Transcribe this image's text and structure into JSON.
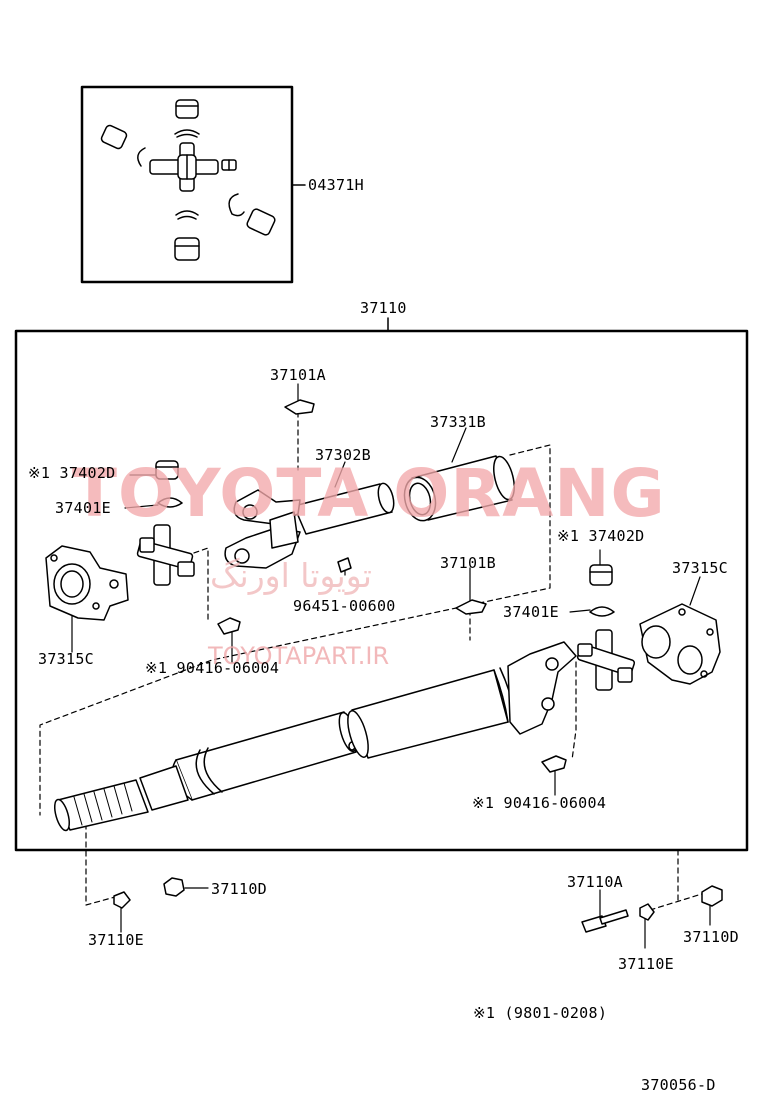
{
  "watermark": {
    "brand": "TOYOTA ORANG",
    "persian": "تویوتا اورنگ",
    "site": "TOYOTAPART.IR"
  },
  "labels": {
    "kit_04371H": "04371H",
    "assy_37110": "37110",
    "p37101A": "37101A",
    "p37331B": "37331B",
    "p37302B": "37302B",
    "p37402D_left": "※1 37402D",
    "p37401E_left": "37401E",
    "p37315C_left": "37315C",
    "p96451": "96451-00600",
    "p37101B": "37101B",
    "p90416_upper": "※1 90416-06004",
    "p37402D_right": "※1 37402D",
    "p37401E_right": "37401E",
    "p37315C_right": "37315C",
    "p90416_lower": "※1 90416-06004",
    "p37110D_left": "37110D",
    "p37110E_left": "37110E",
    "p37110A": "37110A",
    "p37110E_right": "37110E",
    "p37110D_right": "37110D",
    "footnote": "※1  (9801-0208)",
    "figure_code": "370056-D"
  }
}
